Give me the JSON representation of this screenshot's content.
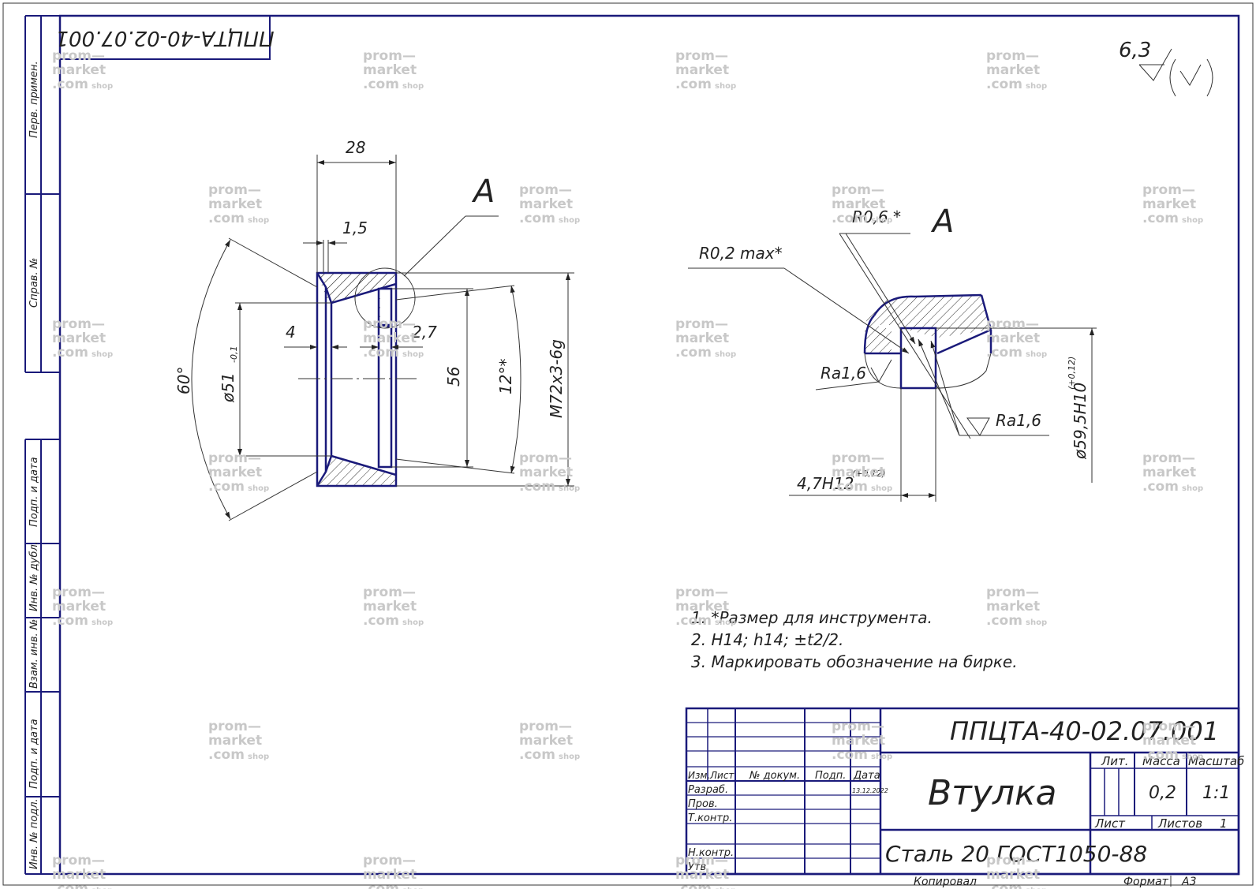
{
  "designation": "ППЦТА-40-02.07.001",
  "roughness_general": "6,3",
  "view_a": {
    "label": "A",
    "dims": [
      "28",
      "1,5",
      "4",
      "2,7",
      "56",
      "60°",
      "12°*",
      "M72x3-6g"
    ],
    "dia_51": "ø51",
    "dia_51_tol": "-0,1"
  },
  "detail_a": {
    "label": "A",
    "r06": "R0,6 *",
    "r02": "R0,2 max*",
    "ra_left": "Ra1,6",
    "ra_right": "Ra1,6",
    "dia": "ø59,5H10",
    "dia_tol": "(+0,12)",
    "width": "4,7H12",
    "width_tol": "(+0,12)"
  },
  "notes": [
    "1. *Размер для инструмента.",
    "2. H14; h14; ±t2/2.",
    "3. Маркировать обозначение на бирке."
  ],
  "side_labels": [
    "Перв. примен.",
    "Справ. №",
    "Подп. и дата",
    "Инв. № дубл.",
    "Взам. инв. №",
    "Подп. и дата",
    "Инв. № подл."
  ],
  "title_block": {
    "designation": "ППЦТА-40-02.07.001",
    "name": "Втулка",
    "material": "Сталь 20 ГОСТ1050-88",
    "headers": {
      "izm": "Изм.",
      "list": "Лист",
      "doc": "№ докум.",
      "sign": "Подп.",
      "date": "Дата"
    },
    "roles": [
      "Разраб.",
      "Пров.",
      "Т.контр.",
      "Н.контр.",
      "Утв."
    ],
    "date_dev": "13.12.2022",
    "lit": "Лит.",
    "mass": "Масса",
    "scale": "Масштаб",
    "mass_value": "0,2",
    "scale_value": "1:1",
    "sheet": "Лист",
    "sheets": "Листов",
    "sheets_value": "1",
    "copied": "Копировал",
    "format": "Формат",
    "format_value": "А3"
  },
  "watermark": {
    "line1": "prom—",
    "line2": "market",
    "line3": ".com",
    "shop": "shop"
  }
}
